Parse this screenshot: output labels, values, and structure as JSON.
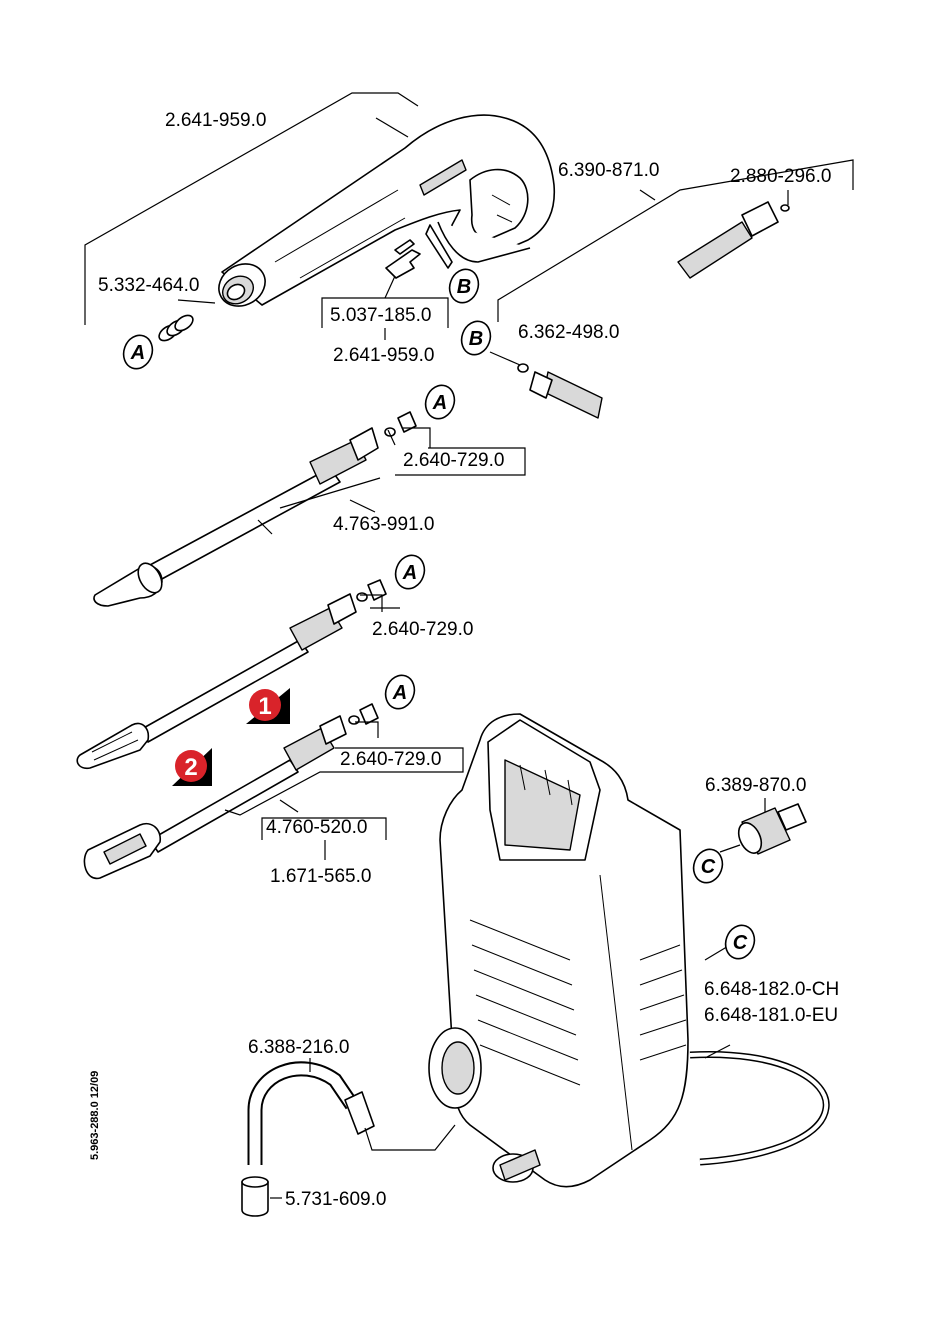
{
  "parts": {
    "gun_assembly_top": "2.641-959.0",
    "o_rings_spring": "5.332-464.0",
    "clip_inner": "5.037-185.0",
    "gun_assembly_bottom": "2.641-959.0",
    "hose_assembly": "6.390-871.0",
    "o_ring_small": "2.880-296.0",
    "hose_coupling": "6.362-498.0",
    "nozzle_set_1": "2.640-729.0",
    "lance_dirt_blaster": "4.763-991.0",
    "nozzle_set_2": "2.640-729.0",
    "nozzle_set_3": "2.640-729.0",
    "lance_vario_inner": "4.760-520.0",
    "lance_vario_outer": "1.671-565.0",
    "water_inlet": "6.389-870.0",
    "cable_ch": "6.648-182.0-CH",
    "cable_eu": "6.648-181.0-EU",
    "detergent_hose": "6.388-216.0",
    "filter": "5.731-609.0"
  },
  "callouts": {
    "a": "A",
    "b": "B",
    "c": "C"
  },
  "badges": {
    "one": "1",
    "two": "2"
  },
  "doc_ref": "5.963-288.0  12/09",
  "colors": {
    "badge": "#d9232a",
    "line": "#000000"
  }
}
